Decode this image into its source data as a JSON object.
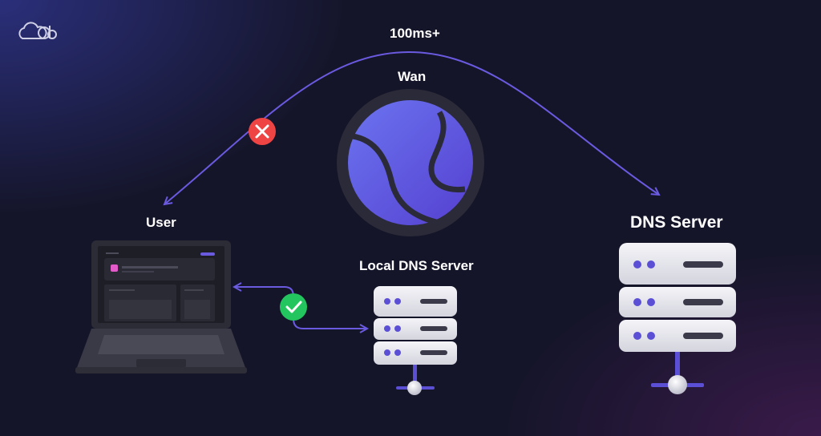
{
  "labels": {
    "latency": "100ms+",
    "wan": "Wan",
    "user": "User",
    "local_dns": "Local DNS Server",
    "dns_server": "DNS Server"
  },
  "colors": {
    "background": "#15152a",
    "accent": "#6a5ae0",
    "globe": "#5b5fe6",
    "error": "#ef4444",
    "success": "#22c55e",
    "server": "#e6e6ee",
    "laptop": "#2e2e38"
  },
  "icons": [
    "brand-logo-icon",
    "error-x-icon",
    "success-check-icon",
    "globe-icon",
    "laptop-icon",
    "server-icon"
  ]
}
